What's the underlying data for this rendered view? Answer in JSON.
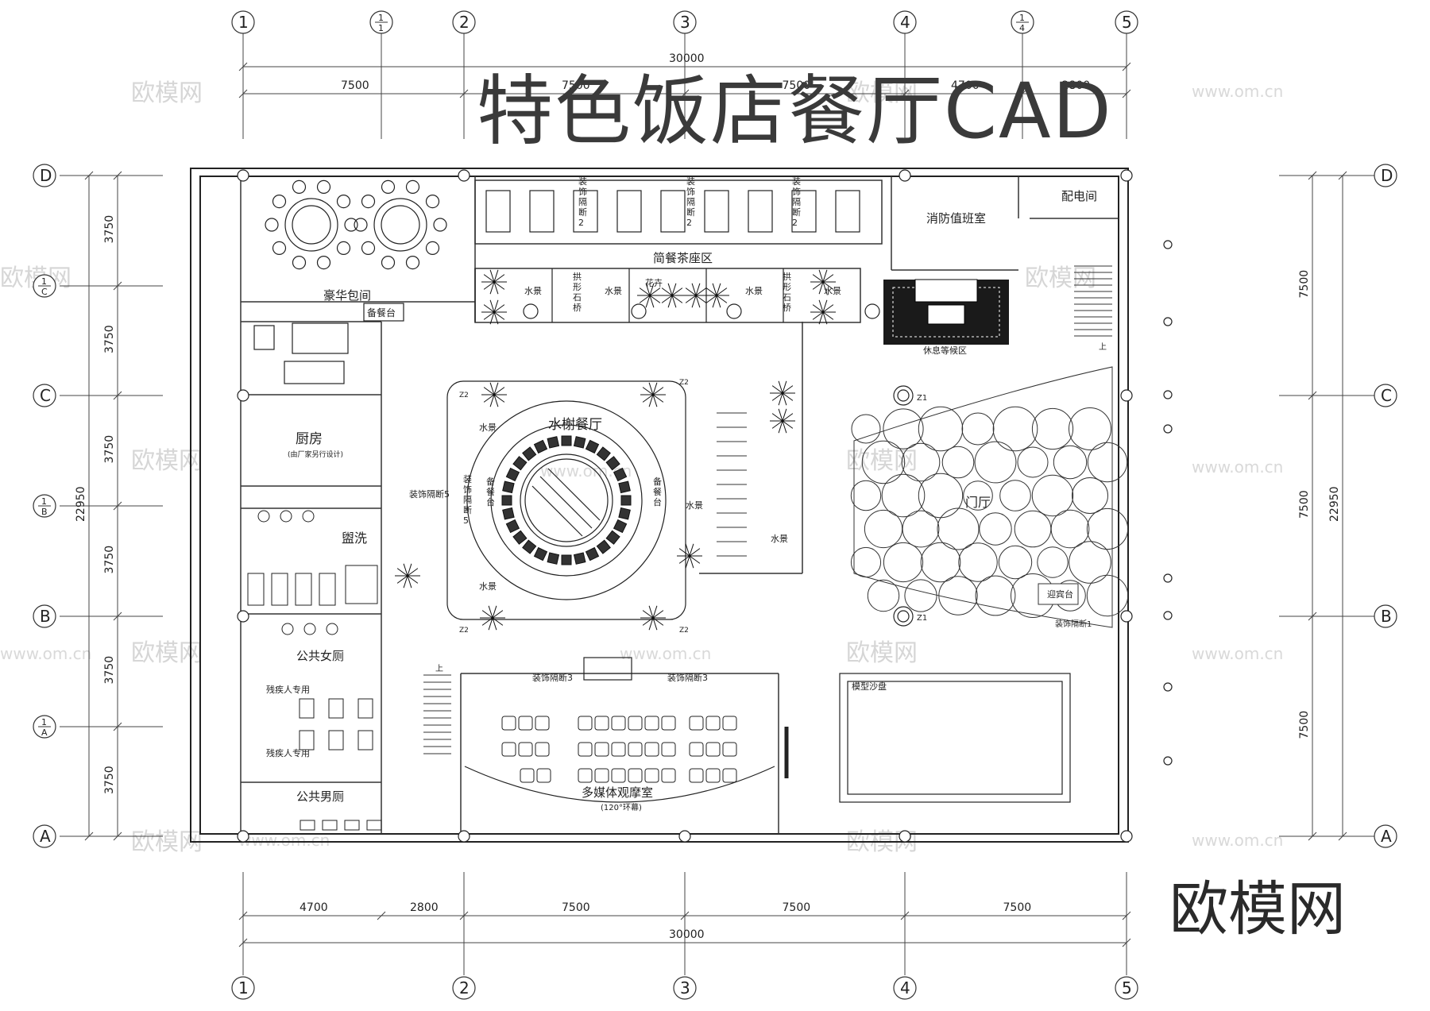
{
  "title": "特色饭店餐厅CAD",
  "brand": "欧模网",
  "watermark": {
    "text": "欧模网",
    "url": "www.om.cn"
  },
  "axes": {
    "top": [
      "1",
      "1/1",
      "2",
      "3",
      "4",
      "1/4",
      "5"
    ],
    "bottom": [
      "1",
      "2",
      "3",
      "4",
      "5"
    ],
    "left": [
      "D",
      "1/C",
      "C",
      "1/B",
      "B",
      "1/A",
      "A"
    ],
    "right": [
      "D",
      "C",
      "B",
      "A"
    ]
  },
  "dimensions": {
    "top_total": "30000",
    "top_segments": [
      "7500",
      "7500",
      "7500",
      "4700",
      "2800"
    ],
    "bottom_total": "30000",
    "bottom_segments": [
      "4700",
      "2800",
      "7500",
      "7500",
      "7500"
    ],
    "left_total": "22950",
    "left_segments": [
      "3750",
      "3750",
      "3750",
      "3750",
      "3750",
      "3750"
    ],
    "right_total": "22950",
    "right_segments": [
      "7500",
      "7500",
      "7500"
    ]
  },
  "rooms": {
    "luxury_room": "豪华包间",
    "service_station": "备餐台",
    "kitchen": "厨房",
    "kitchen_note": "(由厂家另行设计)",
    "washroom": "盥洗",
    "women_wc": "公共女厕",
    "men_wc": "公共男厕",
    "disabled": "残疾人专用",
    "tea_area": "简餐茶座区",
    "partition_2": "装饰隔断2",
    "water_scene": "水景",
    "arch_bridge": "拱形石桥",
    "flower": "花卉",
    "fire_duty": "消防值班室",
    "power_room": "配电间",
    "lounge": "休息等候区",
    "pavilion": "水榭餐厅",
    "partition_5": "装饰隔断5",
    "partition_3": "装饰隔断3",
    "partition_1": "装饰隔断1",
    "lobby": "门厅",
    "reception": "迎宾台",
    "column_tag": "Z1",
    "pillar_tag": "Z2",
    "up": "上",
    "media_room": "多媒体观摩室",
    "media_note": "(120°环幕)",
    "sand_table": "模型沙盘"
  }
}
